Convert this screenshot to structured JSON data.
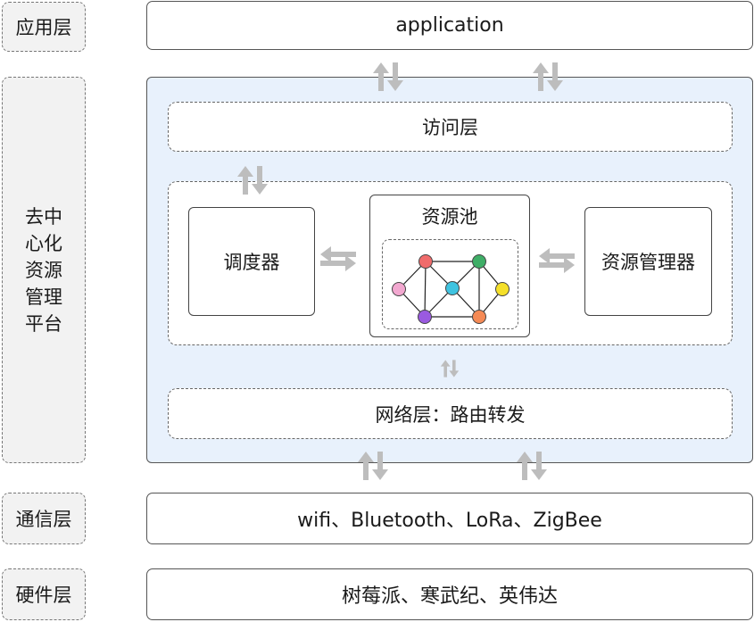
{
  "layers": {
    "application": {
      "side": "应用层",
      "content": "application"
    },
    "platform": {
      "side": "去中心化资源管理平台",
      "side_lines": [
        "去中",
        "心化",
        "资源",
        "管理",
        "平台"
      ],
      "access": "访问层",
      "scheduler": "调度器",
      "pool_title": "资源池",
      "resource_manager": "资源管理器",
      "network": "网络层：路由转发"
    },
    "communication": {
      "side": "通信层",
      "content": "wifi、Bluetooth、LoRa、ZigBee"
    },
    "hardware": {
      "side": "硬件层",
      "content": "树莓派、寒武纪、英伟达"
    }
  },
  "graph": {
    "nodes": [
      {
        "id": "n1",
        "color": "#f06b6b"
      },
      {
        "id": "n2",
        "color": "#3fae67"
      },
      {
        "id": "n3",
        "color": "#f2a8d0"
      },
      {
        "id": "n4",
        "color": "#3fc3e0"
      },
      {
        "id": "n5",
        "color": "#f5e02a"
      },
      {
        "id": "n6",
        "color": "#9a5ae0"
      },
      {
        "id": "n7",
        "color": "#f58a55"
      }
    ],
    "edges": [
      [
        "n1",
        "n2"
      ],
      [
        "n1",
        "n3"
      ],
      [
        "n1",
        "n4"
      ],
      [
        "n1",
        "n6"
      ],
      [
        "n2",
        "n4"
      ],
      [
        "n2",
        "n5"
      ],
      [
        "n2",
        "n7"
      ],
      [
        "n3",
        "n6"
      ],
      [
        "n4",
        "n6"
      ],
      [
        "n4",
        "n7"
      ],
      [
        "n5",
        "n7"
      ],
      [
        "n6",
        "n7"
      ]
    ]
  },
  "colors": {
    "arrow": "#bdbdbd",
    "platform_bg": "#e8f1fc",
    "side_bg": "#f2f2f2"
  }
}
